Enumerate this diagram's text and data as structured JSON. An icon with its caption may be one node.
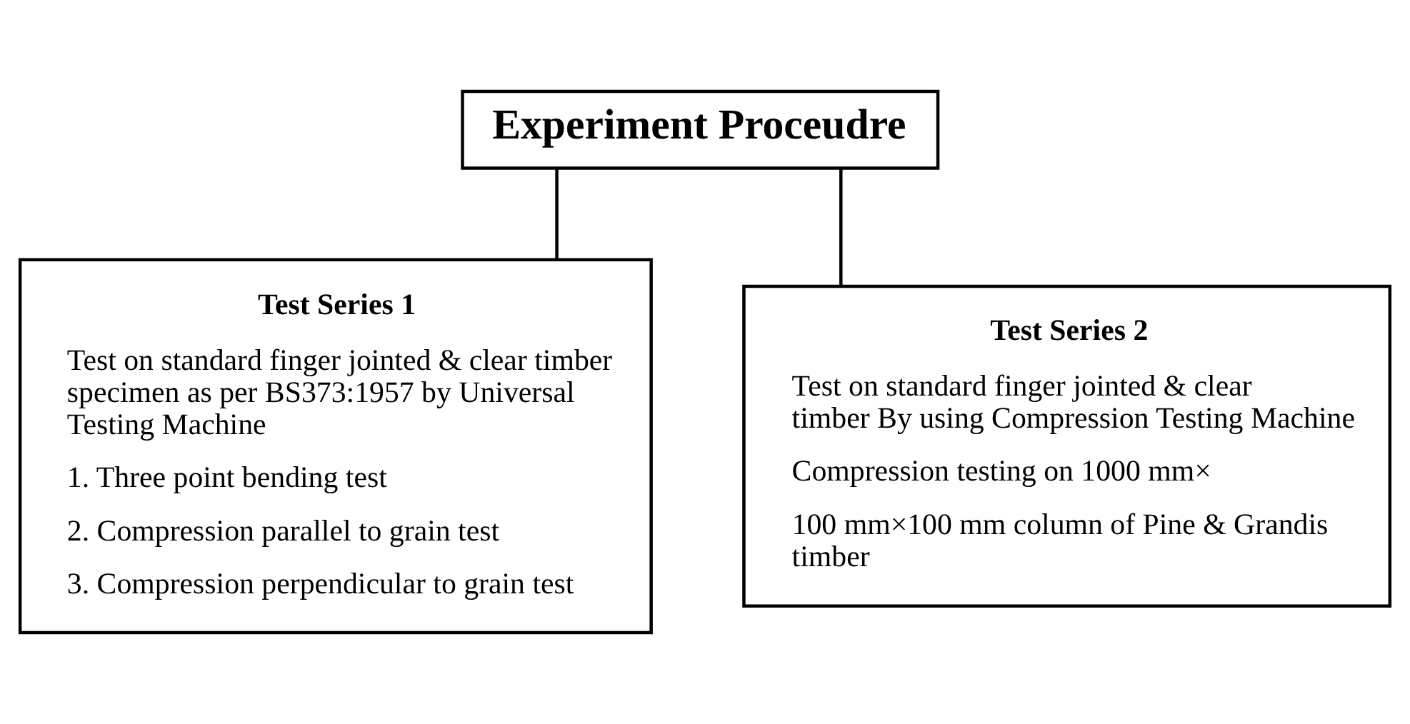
{
  "diagram": {
    "nodes": [
      {
        "text": [
          "Experiment Proceudre"
        ]
      },
      {
        "text": [
          "Test Series 1",
          "Test on standard finger jointed & clear timber specimen as per BS373:1957 by Universal Testing Machine",
          "1. Three point bending test",
          "2. Compression parallel to grain test",
          "3. Compression perpendicular to grain test"
        ]
      },
      {
        "text": [
          "Test Series 2",
          "Test on standard finger jointed & clear timber By using Compression Testing Machine",
          "Compression testing on 1000 mm×",
          "100 mm×100 mm column of Pine & Grandis timber"
        ]
      }
    ],
    "edges": [
      {
        "from": 0,
        "to": 1,
        "arrow": "none"
      },
      {
        "from": 0,
        "to": 2,
        "arrow": "none"
      }
    ]
  }
}
